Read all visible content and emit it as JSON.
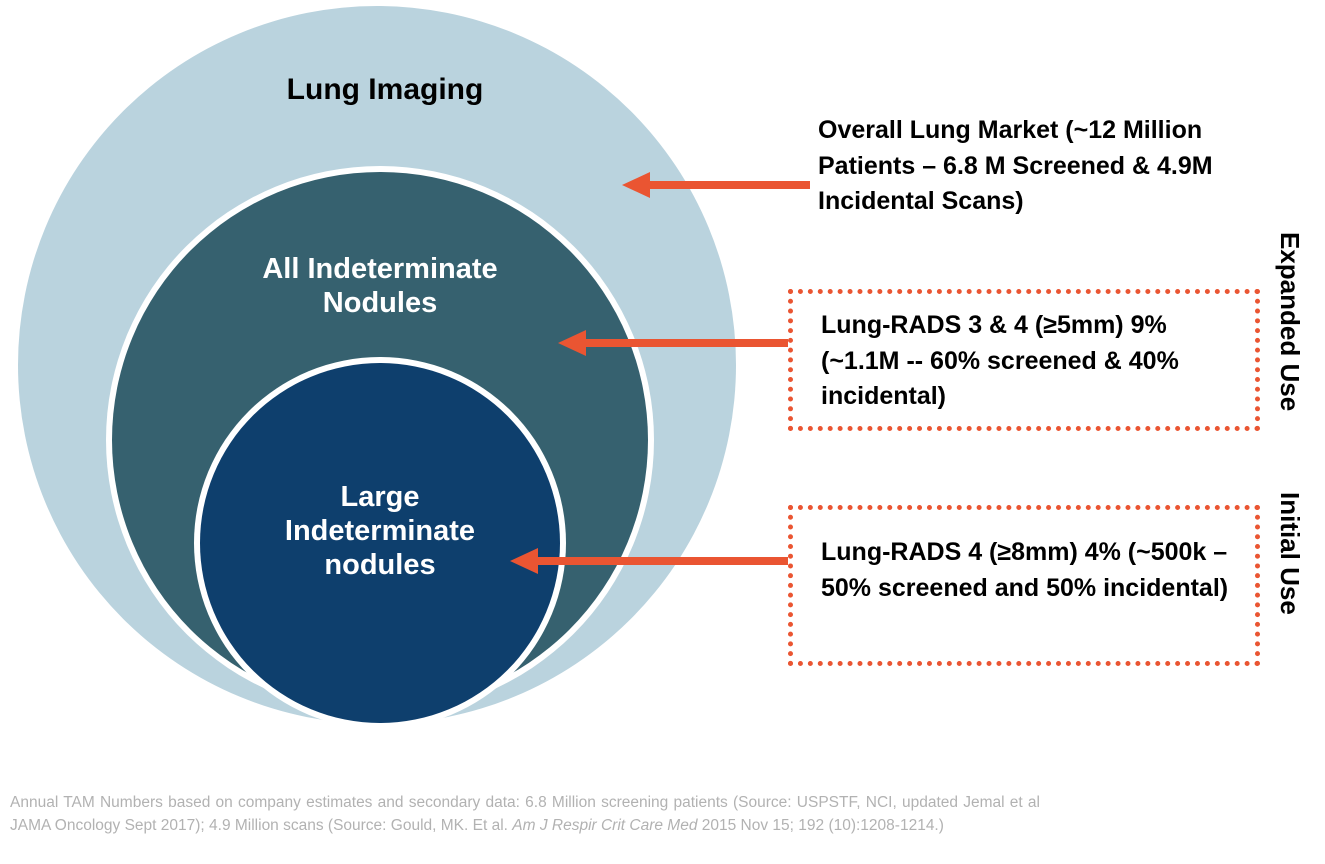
{
  "diagram": {
    "type": "concentric-circles",
    "colors": {
      "outer_circle": "#bad3de",
      "middle_circle": "#36616f",
      "inner_circle": "#0e3f6d",
      "ring": "#ffffff",
      "arrow": "#ea5532",
      "callout_border": "#ea5532",
      "footnote_text": "#b2b2b2"
    },
    "circles": [
      {
        "name": "outer",
        "label": "Lung Imaging",
        "label_color": "#000000"
      },
      {
        "name": "middle",
        "label": "All Indeterminate\nNodules",
        "label_color": "#ffffff"
      },
      {
        "name": "inner",
        "label": "Large\nIndeterminate\nnodules",
        "label_color": "#ffffff"
      }
    ]
  },
  "callouts": [
    {
      "id": "overall",
      "boxed": false,
      "text": "Overall Lung Market (~12 Million Patients – 6.8 M Screened & 4.9M Incidental Scans)"
    },
    {
      "id": "expanded",
      "boxed": true,
      "text": "Lung-RADS 3 & 4 (≥5mm) 9% (~1.1M --  60% screened & 40% incidental)"
    },
    {
      "id": "initial",
      "boxed": true,
      "text": "Lung-RADS 4 (≥8mm) 4% (~500k – 50% screened and 50% incidental)"
    }
  ],
  "side_labels": {
    "expanded": "Expanded Use",
    "initial": "Initial Use"
  },
  "footnote": {
    "part1": "Annual TAM Numbers based on company estimates and secondary data: 6.8 Million screening patients (Source: USPSTF, NCI, updated Jemal et al JAMA Oncology Sept 2017); 4.9 Million scans (Source: Gould, MK. Et al. ",
    "journal": "Am J Respir Crit Care Med",
    "part2": " 2015 Nov 15; 192 (10):1208-1214.)"
  }
}
